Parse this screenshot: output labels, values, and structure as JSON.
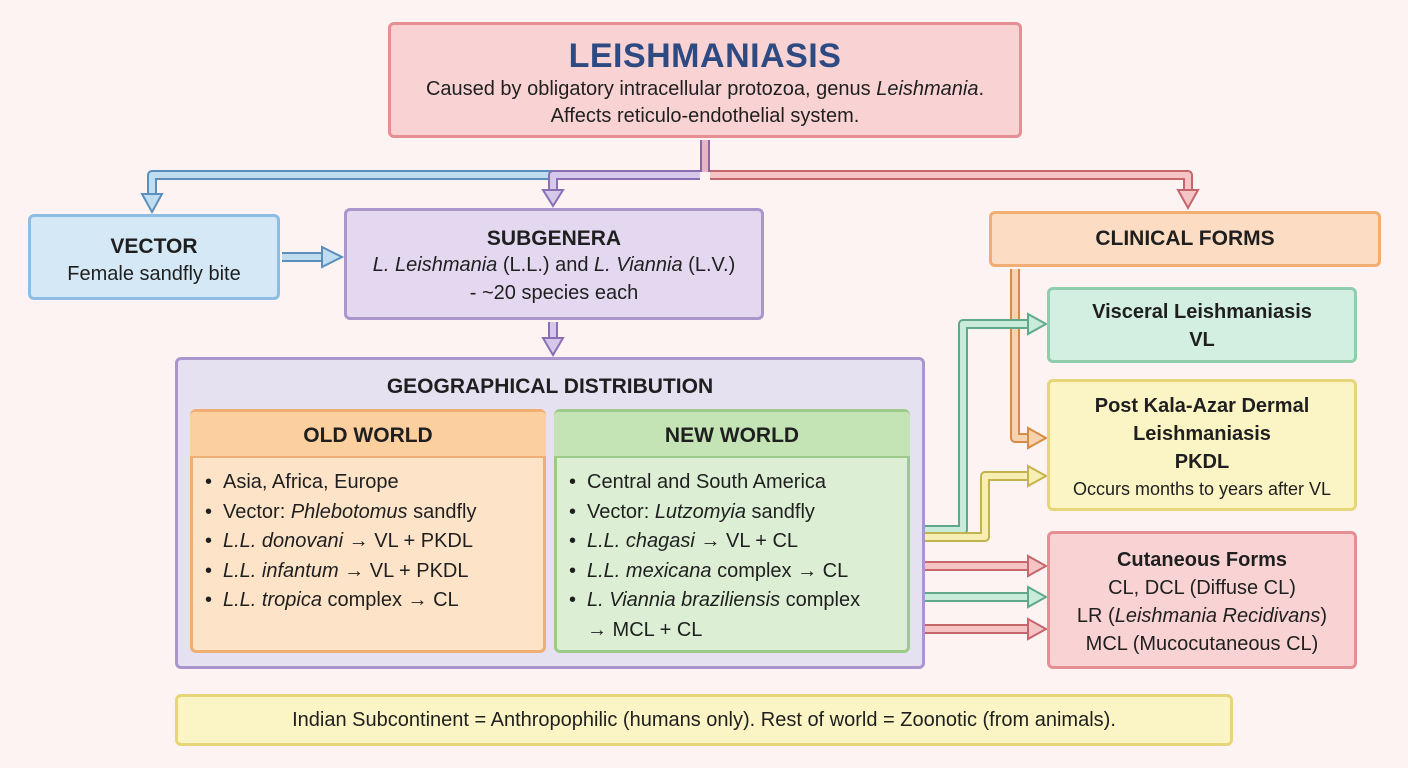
{
  "title": {
    "heading": "LEISHMANIASIS",
    "line1_pre": "Caused by obligatory intracellular protozoa, genus ",
    "line1_em": "Leishmania",
    "line1_post": ".",
    "line2": "Affects reticulo-endothelial system."
  },
  "vector": {
    "heading": "VECTOR",
    "text": "Female sandfly bite"
  },
  "subgenera": {
    "heading": "SUBGENERA",
    "a_em": "L. Leishmania",
    "a_post": " (L.L.) and ",
    "b_em": "L. Viannia",
    "b_post": " (L.V.)",
    "line2": "- ~20 species each"
  },
  "geo": {
    "heading": "GEOGRAPHICAL DISTRIBUTION",
    "old_world": {
      "heading": "OLD WORLD",
      "items": [
        {
          "em": "",
          "text": "Asia, Africa, Europe"
        },
        {
          "pre": "Vector: ",
          "em": "Phlebotomus",
          "text": " sandfly"
        },
        {
          "em": "L.L. donovani",
          "text": " → VL + PKDL"
        },
        {
          "em": "L.L. infantum",
          "text": " → VL + PKDL"
        },
        {
          "em": "L.L. tropica",
          "text": " complex → CL"
        }
      ]
    },
    "new_world": {
      "heading": "NEW WORLD",
      "items": [
        {
          "em": "",
          "text": "Central and South America"
        },
        {
          "pre": "Vector: ",
          "em": "Lutzomyia",
          "text": " sandfly"
        },
        {
          "em": "L.L. chagasi",
          "text": " → VL + CL"
        },
        {
          "em": "L.L. mexicana",
          "text": " complex → CL"
        },
        {
          "em": "L. Viannia braziliensis",
          "text": " complex"
        }
      ],
      "continuation": "→ MCL + CL"
    }
  },
  "clinical": {
    "heading": "CLINICAL FORMS",
    "vl": {
      "line1": "Visceral Leishmaniasis",
      "line2": "VL"
    },
    "pkdl": {
      "line1": "Post Kala-Azar Dermal",
      "line2": "Leishmaniasis",
      "line3": "PKDL",
      "note": "Occurs months to years after VL"
    },
    "cutaneous": {
      "heading": "Cutaneous Forms",
      "line1": "CL, DCL (Diffuse CL)",
      "line2_pre": "LR (",
      "line2_em": "Leishmania Recidivans",
      "line2_post": ")",
      "line3": "MCL (Mucocutaneous CL)"
    }
  },
  "note": "Indian Subcontinent = Anthropophilic (humans only). Rest of world = Zoonotic (from animals).",
  "colors": {
    "blue_arrow": "#9ec8e8",
    "purple_arrow": "#b8a3d6",
    "red_arrow": "#eea5a8",
    "orange_arrow": "#f4bf8c",
    "green_arrow": "#a9d8be",
    "yellow_arrow": "#ece08e"
  }
}
